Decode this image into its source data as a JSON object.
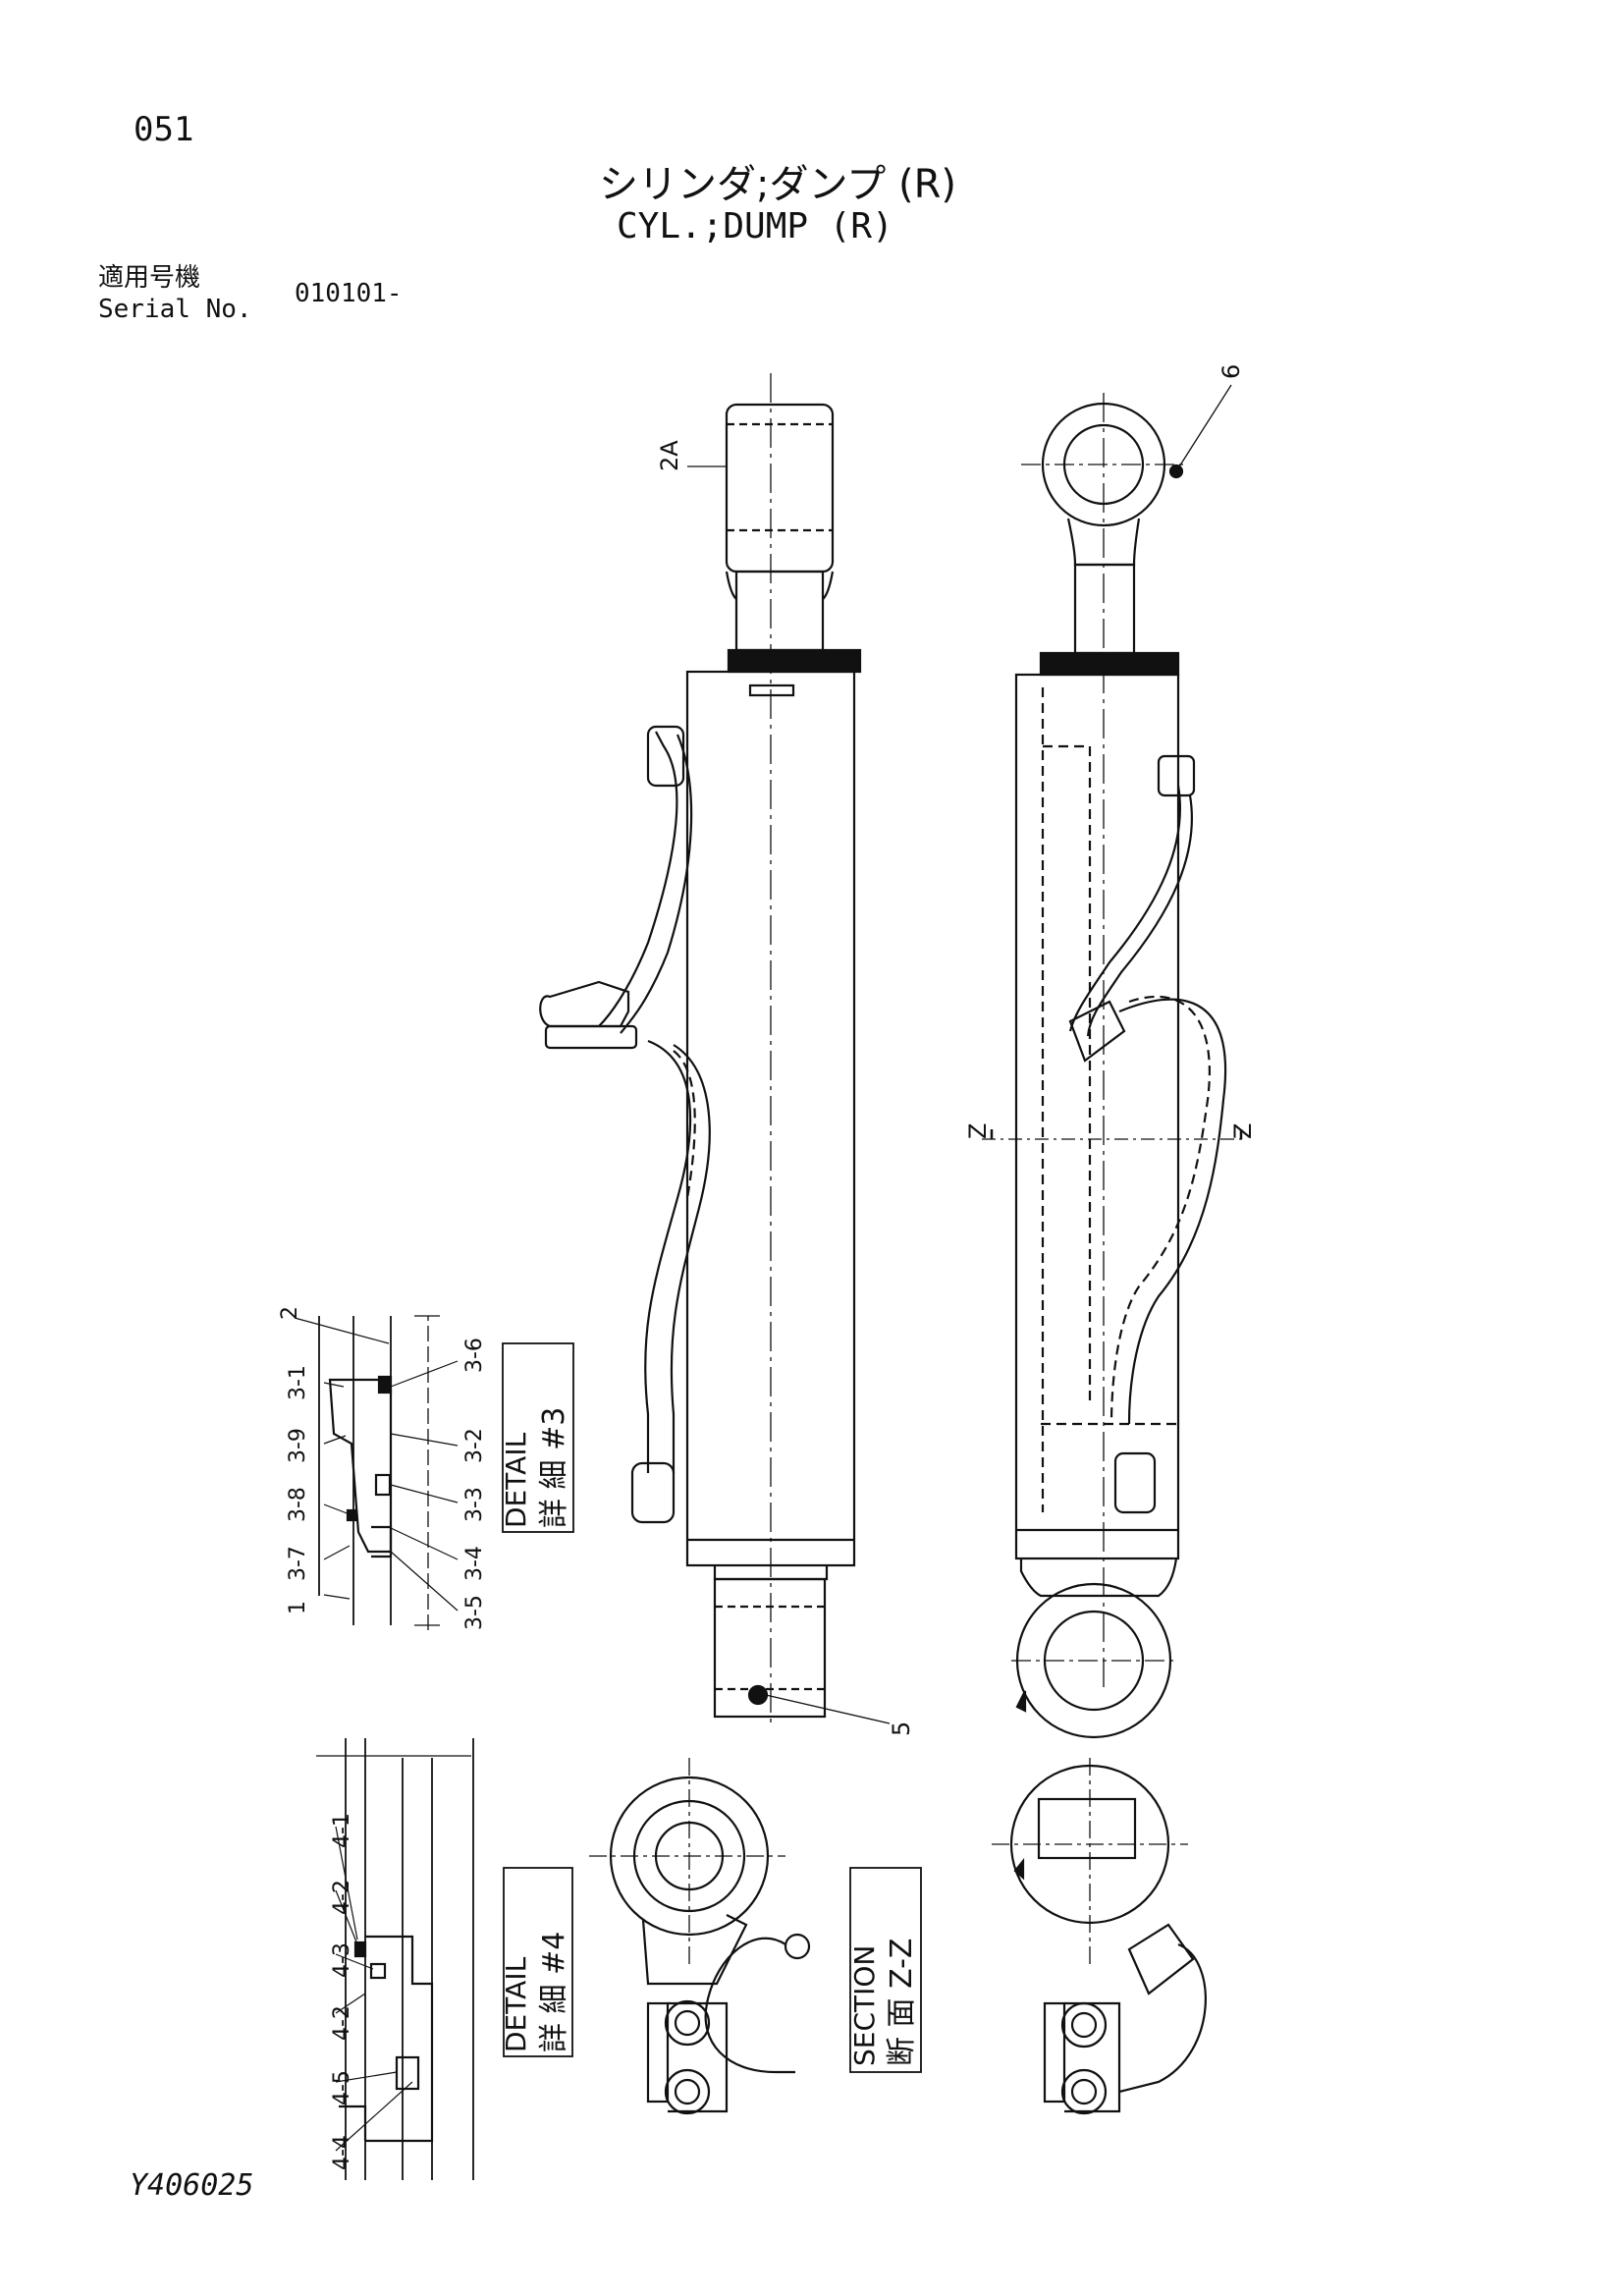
{
  "header": {
    "page_number": "051",
    "title_jp": "シリンダ;ダンプ (R)",
    "title_en": "CYL.;DUMP (R)",
    "serial_label_jp": "適用号機",
    "serial_label_en": "Serial No.",
    "serial_value": "010101-"
  },
  "callouts": {
    "c2a": "2A",
    "c6": "6",
    "c5": "5",
    "z_left": "Z",
    "z_right": "Z"
  },
  "detail3": {
    "label_jp": "詳 細 #3",
    "label_en": "DETAIL",
    "top_labels": [
      "2",
      "3-6"
    ],
    "left_labels": [
      "3-1",
      "3-9",
      "3-8",
      "3-7",
      "1"
    ],
    "right_labels": [
      "3-2",
      "3-3",
      "3-4",
      "3-5"
    ]
  },
  "detail4": {
    "label_jp": "詳 細 #4",
    "label_en": "DETAIL",
    "labels": [
      "4-1",
      "4-2",
      "4-3",
      "4-2",
      "4-5",
      "4-4"
    ]
  },
  "section": {
    "label_jp": "断 面 Z-Z",
    "label_en": "SECTION"
  },
  "footer": {
    "drawing_number": "Y406025"
  }
}
